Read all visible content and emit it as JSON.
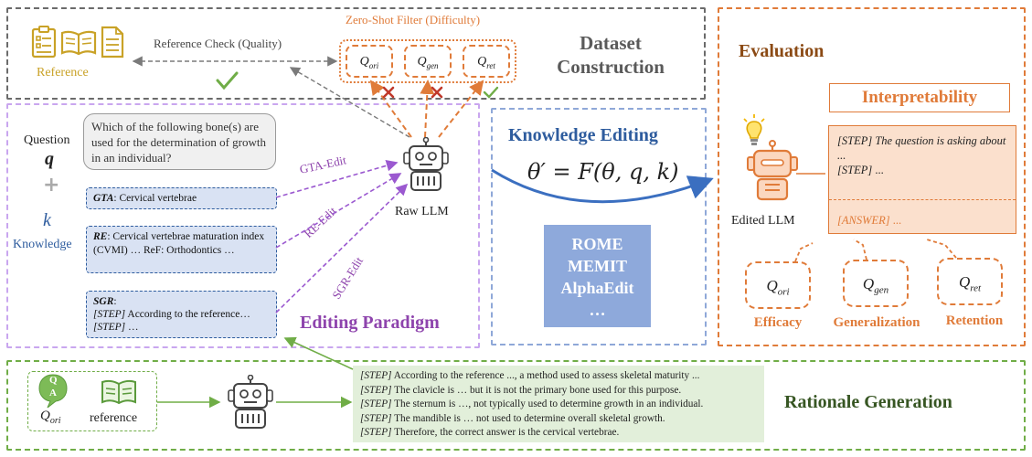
{
  "dataset": {
    "title_line1": "Dataset",
    "title_line2": "Construction",
    "filter_label": "Zero-Shot Filter (Difficulty)",
    "reference_label": "Reference",
    "reference_check": "Reference Check (Quality)",
    "q_ori": "Q",
    "q_ori_sub": "ori",
    "q_gen": "Q",
    "q_gen_sub": "gen",
    "q_ret": "Q",
    "q_ret_sub": "ret"
  },
  "paradigm": {
    "title": "Editing Paradigm",
    "question_label": "Question",
    "question_symbol": "q",
    "plus": "+",
    "knowledge_symbol": "k",
    "knowledge_label": "Knowledge",
    "question_text": "Which of the following bone(s) are used for the determination of growth in  an individual?",
    "gta_tag": "GTA",
    "gta_text": ": Cervical vertebrae",
    "re_tag": "RE",
    "re_text": ": Cervical vertebrae maturation index (CVMI) … ReF: Orthodontics …",
    "sgr_tag": "SGR",
    "sgr_colon": ":",
    "sgr_step1_tag": "[STEP]",
    "sgr_step1_text": " According to the reference…",
    "sgr_step2_tag": "[STEP]",
    "sgr_step2_text": " …",
    "gta_edit": "GTA-Edit",
    "re_edit": "RE-Edit",
    "sgr_edit": "SGR-Edit",
    "raw_llm": "Raw LLM"
  },
  "editing": {
    "title": "Knowledge Editing",
    "formula": "θ′ = F(θ, q, k)",
    "methods": [
      "ROME",
      "MEMIT",
      "AlphaEdit",
      "…"
    ]
  },
  "evaluation": {
    "title": "Evaluation",
    "interp": "Interpretability",
    "step1_tag": "[STEP]",
    "step1_text": " The question is asking about ...",
    "step2_tag": "[STEP]",
    "step2_text": " ...",
    "answer_tag": "[ANSWER]",
    "answer_text": " ...",
    "edited_llm": "Edited LLM",
    "q_ori": "Q",
    "q_ori_sub": "ori",
    "q_gen": "Q",
    "q_gen_sub": "gen",
    "q_ret": "Q",
    "q_ret_sub": "ret",
    "efficacy": "Efficacy",
    "generalization": "Generalization",
    "retention": "Retention"
  },
  "rationale": {
    "title": "Rationale Generation",
    "qa_icon_q": "Q",
    "qa_icon_a": "A",
    "q_ori": "Q",
    "q_ori_sub": "ori",
    "reference_label": "reference",
    "steps": [
      {
        "tag": "[STEP]",
        "text": " According to the reference ..., a method used to assess skeletal maturity ..."
      },
      {
        "tag": "[STEP]",
        "text": " The clavicle is … but it is not the primary bone used for this purpose."
      },
      {
        "tag": "[STEP]",
        "text": " The sternum is …,  not typically used to determine growth in an individual."
      },
      {
        "tag": "[STEP]",
        "text": " The mandible is …  not used to determine overall skeletal growth."
      },
      {
        "tag": "[STEP]",
        "text": " Therefore, the correct answer is the cervical vertebrae."
      }
    ]
  },
  "colors": {
    "gray_dash": "#6b6b6b",
    "orange": "#e07b39",
    "purple": "#9b59d0",
    "blue": "#2e5c9e",
    "green": "#70ad47",
    "gold": "#c9a227",
    "brown": "#8b4a14"
  },
  "icons": [
    "clipboard-icon",
    "book-icon",
    "document-icon",
    "robot-icon",
    "lightbulb-icon",
    "check-icon",
    "cross-icon",
    "qa-bubble-icon"
  ]
}
